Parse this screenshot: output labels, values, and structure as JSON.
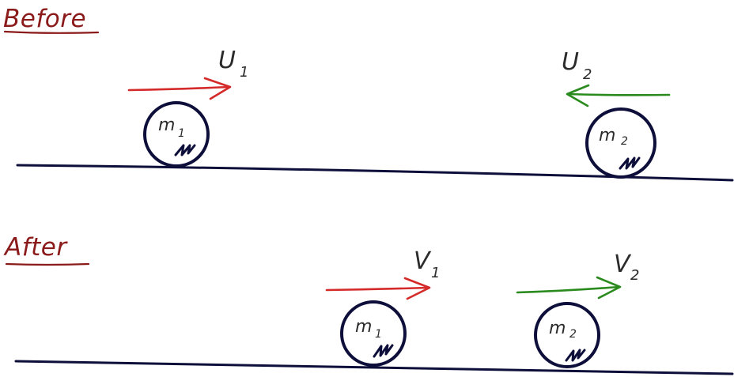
{
  "headings": {
    "before": "Before",
    "after": "After"
  },
  "before": {
    "ball1": {
      "mass": "m",
      "sub": "1"
    },
    "ball2": {
      "mass": "m",
      "sub": "2"
    },
    "velocity1": {
      "symbol": "U",
      "sub": "1",
      "direction": "right"
    },
    "velocity2": {
      "symbol": "U",
      "sub": "2",
      "direction": "left"
    }
  },
  "after": {
    "ball1": {
      "mass": "m",
      "sub": "1"
    },
    "ball2": {
      "mass": "m",
      "sub": "2"
    },
    "velocity1": {
      "symbol": "V",
      "sub": "1",
      "direction": "right"
    },
    "velocity2": {
      "symbol": "V",
      "sub": "2",
      "direction": "right"
    }
  },
  "colors": {
    "heading": "#8b1a1a",
    "arrow_red": "#d42a2a",
    "arrow_green": "#2a8a1e",
    "ink": "#0d0f3a",
    "text": "#2b2b2b"
  }
}
